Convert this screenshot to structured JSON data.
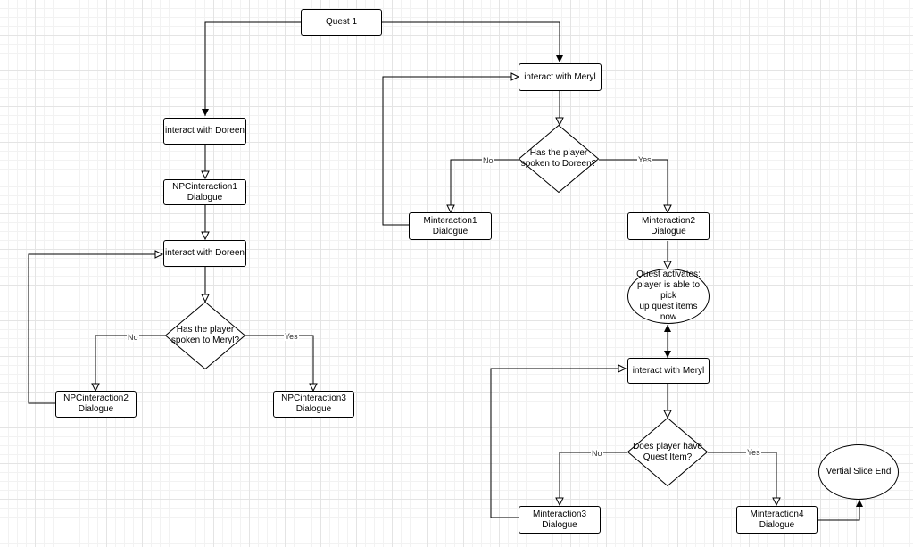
{
  "title": "Quest 1",
  "nodes": {
    "quest1": "Quest 1",
    "doreen_a": "interact with Doreen",
    "npc1": [
      "NPCinteraction1",
      "Dialogue"
    ],
    "doreen_b": "interact with Doreen",
    "q_meryl": [
      "Has the player",
      "spoken to Meryl?"
    ],
    "npc2": [
      "NPCinteraction2",
      "Dialogue"
    ],
    "npc3": [
      "NPCinteraction3",
      "Dialogue"
    ],
    "meryl_a": "interact with Meryl",
    "q_doreen": [
      "Has the player",
      "spoken to Doreen?"
    ],
    "m1": [
      "Minteraction1",
      "Dialogue"
    ],
    "m2": [
      "Minteraction2",
      "Dialogue"
    ],
    "quest_act": [
      "Quest activates:",
      "player is able to pick",
      "up quest items now"
    ],
    "meryl_b": "interact with Meryl",
    "q_item": [
      "Does player have",
      "Quest Item?"
    ],
    "m3": [
      "Minteraction3",
      "Dialogue"
    ],
    "m4": [
      "Minteraction4",
      "Dialogue"
    ],
    "end": "Vertial Slice End"
  },
  "labels": {
    "no1": "No",
    "yes1": "Yes",
    "no2": "No",
    "yes2": "Yes",
    "no3": "No",
    "yes3": "Yes"
  },
  "colors": {
    "line": "#000000",
    "grid": "#e4e4e4"
  }
}
